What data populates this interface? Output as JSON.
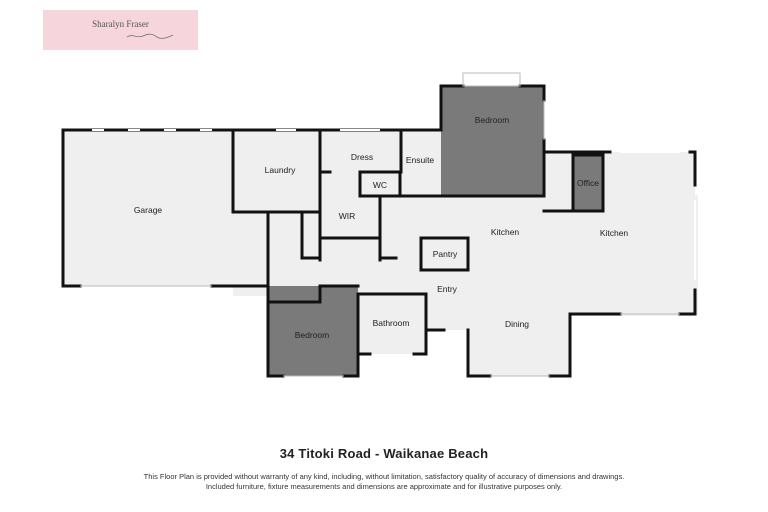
{
  "logo": {
    "name": "Sharalyn Fraser"
  },
  "rooms": {
    "garage": "Garage",
    "laundry": "Laundry",
    "dress": "Dress",
    "ensuite": "Ensuite",
    "wc": "WC",
    "wir": "WIR",
    "bedroom_top": "Bedroom",
    "office": "Office",
    "kitchen_center": "Kitchen",
    "kitchen_right": "Kitchen",
    "pantry": "Pantry",
    "entry": "Entry",
    "bedroom_bottom": "Bedroom",
    "bathroom": "Bathroom",
    "dining": "Dining"
  },
  "footer": {
    "title": "34 Titoki Road - Waikanae Beach",
    "disclaimer_line1": "This Floor Plan is provided without warranty of any kind, including, without limitation, satisfactory quality of accuracy of dimensions and drawings.",
    "disclaimer_line2": "Included furniture, fixture measurements and dimensions are approximate and for illustrative purposes only."
  },
  "colors": {
    "floor": "#efefef",
    "dark_room": "#7a7a7a",
    "wall": "#111111",
    "logo_bg": "#f6d5dc"
  }
}
